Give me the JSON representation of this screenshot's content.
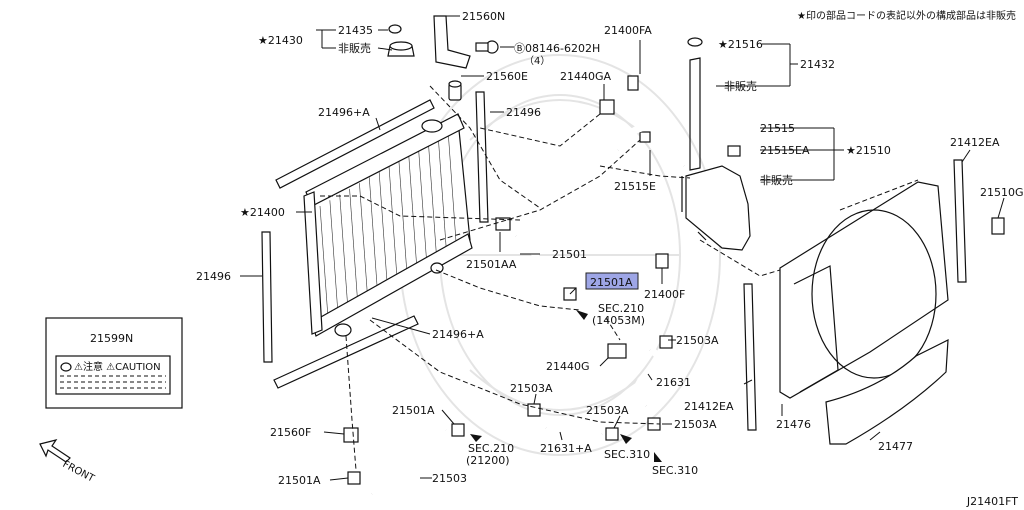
{
  "header_note": "★印の部品コードの表記以外の構成部品は非販売",
  "diagram_id": "J21401FT",
  "front_label": "FRONT",
  "caution_label": {
    "part_no": "21599N",
    "text": "⚠注意 ⚠CAUTION"
  },
  "highlight_color": "#9ea6e6",
  "labels": {
    "p21435": "21435",
    "p21430": "★21430",
    "hihanbai_a": "非販売",
    "p21560N": "21560N",
    "bolt": "Ⓑ08146-6202H",
    "bolt_qty": "（4）",
    "p21560E": "21560E",
    "p21400FA": "21400FA",
    "p21516": "★21516",
    "p21432": "21432",
    "hihanbai_b": "非販売",
    "p21440GA": "21440GA",
    "p21496plusA_top": "21496+A",
    "p21496_top": "21496",
    "p21515": "21515",
    "p21515EA": "21515EA",
    "p21510": "★21510",
    "hihanbai_c": "非販売",
    "p21515E": "21515E",
    "p21412EA_top": "21412EA",
    "p21510G": "21510G",
    "p21400": "★21400",
    "p21501": "21501",
    "p21501AA": "21501AA",
    "p21501A_hl": "21501A",
    "p21400F": "21400F",
    "p21496_left": "21496",
    "sec210a": "SEC.210",
    "sec210a_sub": "(14053M)",
    "p21599N": "21599N",
    "p21496plusA_bottom": "21496+A",
    "p21503A_1": "21503A",
    "p21440G": "21440G",
    "p21631": "21631",
    "p21503A_2": "21503A",
    "p21412EA_bottom": "21412EA",
    "p21501A_2": "21501A",
    "p21503A_3": "21503A",
    "p21503A_4": "21503A",
    "p21476": "21476",
    "p21560F": "21560F",
    "sec210b": "SEC.210",
    "sec210b_sub": "(21200)",
    "p21631plusA": "21631+A",
    "sec310a": "SEC.310",
    "sec310b": "SEC.310",
    "p21477": "21477",
    "p21501A_3": "21501A",
    "p21503": "21503"
  }
}
